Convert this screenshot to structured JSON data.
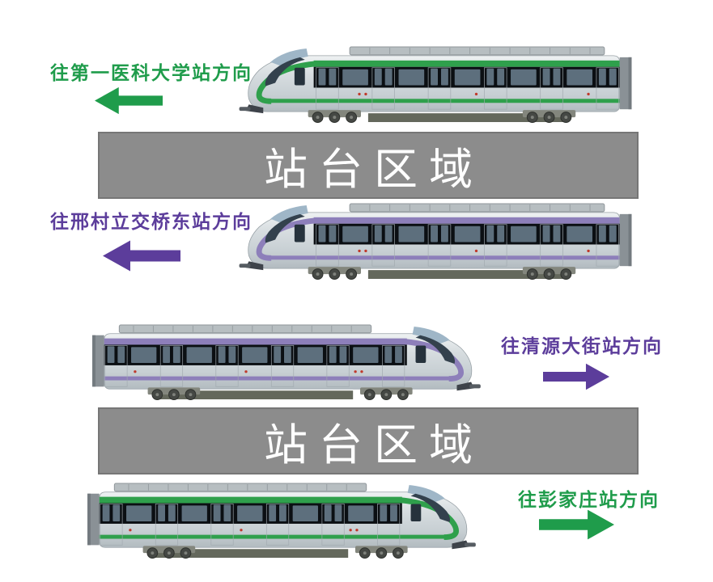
{
  "diagram": {
    "platform_bars": [
      {
        "label": "站台区域"
      },
      {
        "label": "站台区域"
      }
    ],
    "tracks": [
      {
        "id": "track-1",
        "destination": "往第一医科大学站方向",
        "direction": "left",
        "line_color": "#1f9c4b",
        "train_stripe_color": "#2fa04c"
      },
      {
        "id": "track-2",
        "destination": "往邢村立交桥东站方向",
        "direction": "left",
        "line_color": "#5c3d9b",
        "train_stripe_color": "#8d7fba"
      },
      {
        "id": "track-3",
        "destination": "往清源大街站方向",
        "direction": "right",
        "line_color": "#5c3d9b",
        "train_stripe_color": "#8d7fba"
      },
      {
        "id": "track-4",
        "destination": "往彭家庄站方向",
        "direction": "right",
        "line_color": "#1f9c4b",
        "train_stripe_color": "#2fa04c"
      }
    ],
    "colors": {
      "background": "#ffffff",
      "platform_fill": "#8c8c8c",
      "platform_border": "#767676",
      "platform_text": "#ffffff",
      "green": "#1f9c4b",
      "purple": "#5c3d9b"
    }
  }
}
